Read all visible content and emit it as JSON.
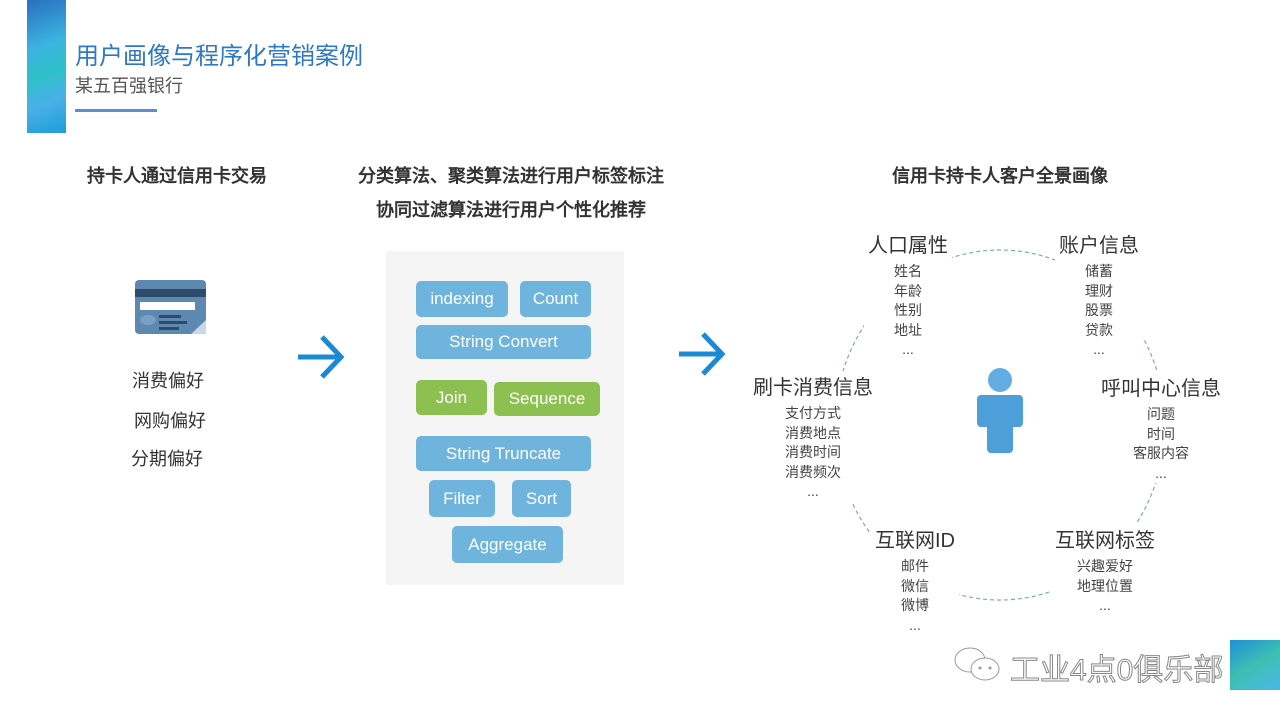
{
  "header": {
    "title": "用户画像与程序化营销案例",
    "subtitle": "某五百强银行"
  },
  "col1": {
    "heading": "持卡人通过信用卡交易",
    "icon": "credit-card-icon",
    "preferences": [
      "消费偏好",
      "网购偏好",
      "分期偏好"
    ]
  },
  "col2": {
    "heading_line1": "分类算法、聚类算法进行用户标签标注",
    "heading_line2": "协同过滤算法进行用户个性化推荐",
    "chips": [
      "indexing",
      "Count",
      "String Convert",
      "Join",
      "Sequence",
      "String Truncate",
      "Filter",
      "Sort",
      "Aggregate"
    ]
  },
  "col3": {
    "heading": "信用卡持卡人客户全景画像",
    "icon": "person-icon",
    "groups": [
      {
        "title": "人口属性",
        "items": [
          "姓名",
          "年龄",
          "性别",
          "地址",
          "..."
        ]
      },
      {
        "title": "账户信息",
        "items": [
          "储蓄",
          "理财",
          "股票",
          "贷款",
          "..."
        ]
      },
      {
        "title": "呼叫中心信息",
        "items": [
          "问题",
          "时间",
          "客服内容",
          "..."
        ]
      },
      {
        "title": "互联网标签",
        "items": [
          "兴趣爱好",
          "地理位置",
          "..."
        ]
      },
      {
        "title": "互联网ID",
        "items": [
          "邮件",
          "微信",
          "微博",
          "..."
        ]
      },
      {
        "title": "刷卡消费信息",
        "items": [
          "支付方式",
          "消费地点",
          "消费时间",
          "消费频次",
          "..."
        ]
      }
    ]
  },
  "watermark": "工业4点0俱乐部",
  "colors": {
    "accent": "#2e78c6",
    "chip_blue": "#6eb4dc",
    "chip_green": "#8cc152",
    "arrow": "#1a8ad4"
  }
}
